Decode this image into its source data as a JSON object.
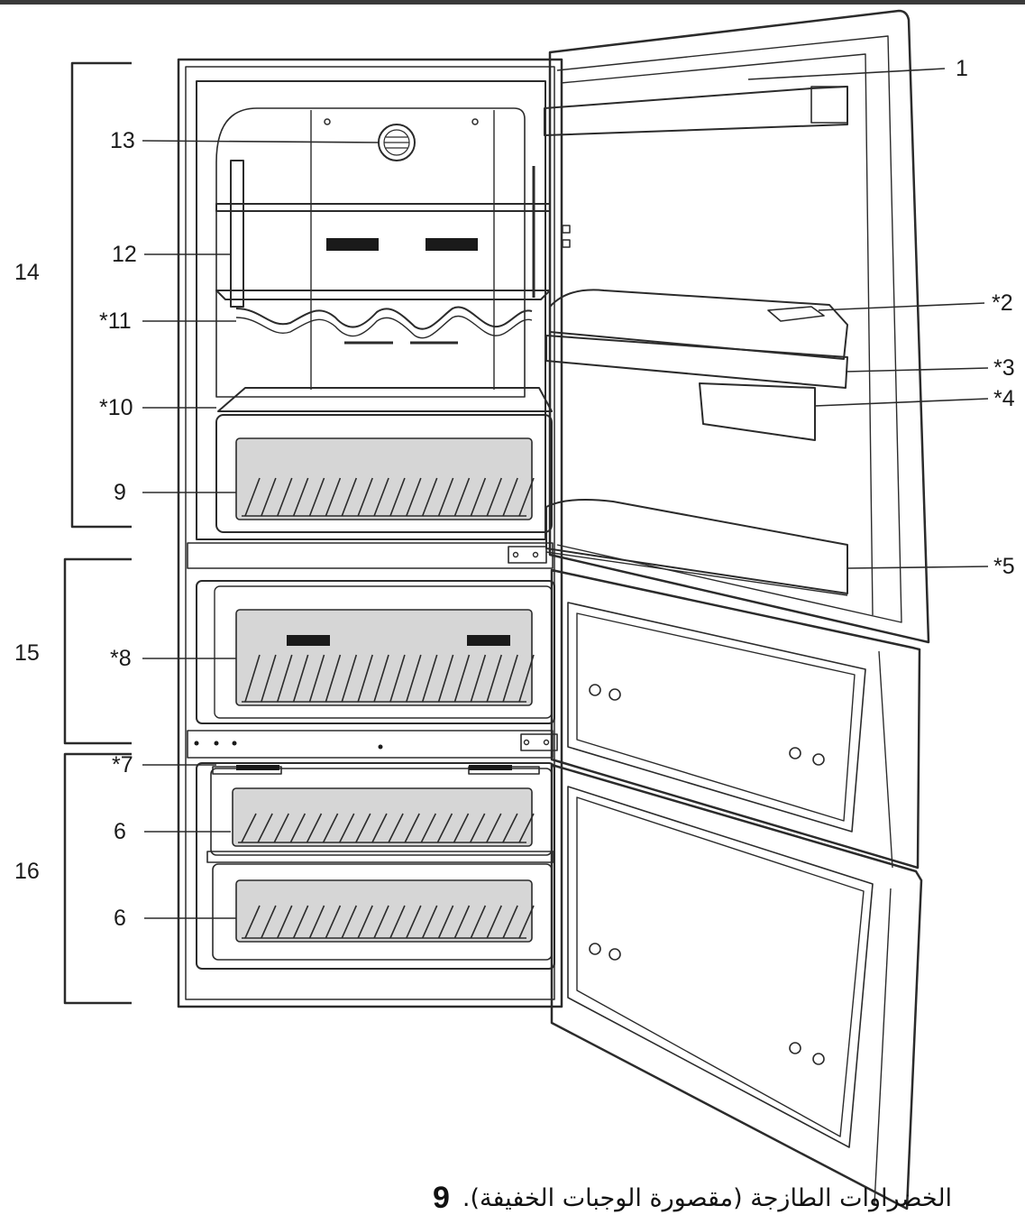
{
  "diagram": {
    "labels": {
      "l1": "1",
      "l2": "*2",
      "l3": "*3",
      "l4": "*4",
      "l5": "*5",
      "l6a": "6",
      "l6b": "6",
      "l7": "*7",
      "l8": "*8",
      "l9": "9",
      "l10": "*10",
      "l11": "*11",
      "l12": "12",
      "l13": "13",
      "l14": "14",
      "l15": "15",
      "l16": "16"
    }
  },
  "caption": {
    "number": "9",
    "text": "الخضراوات الطازجة (مقصورة الوجبات الخفيفة)."
  },
  "colors": {
    "line": "#2b2b2b",
    "crisper_fill": "#d6d6d6",
    "block": "#1a1a1a"
  }
}
